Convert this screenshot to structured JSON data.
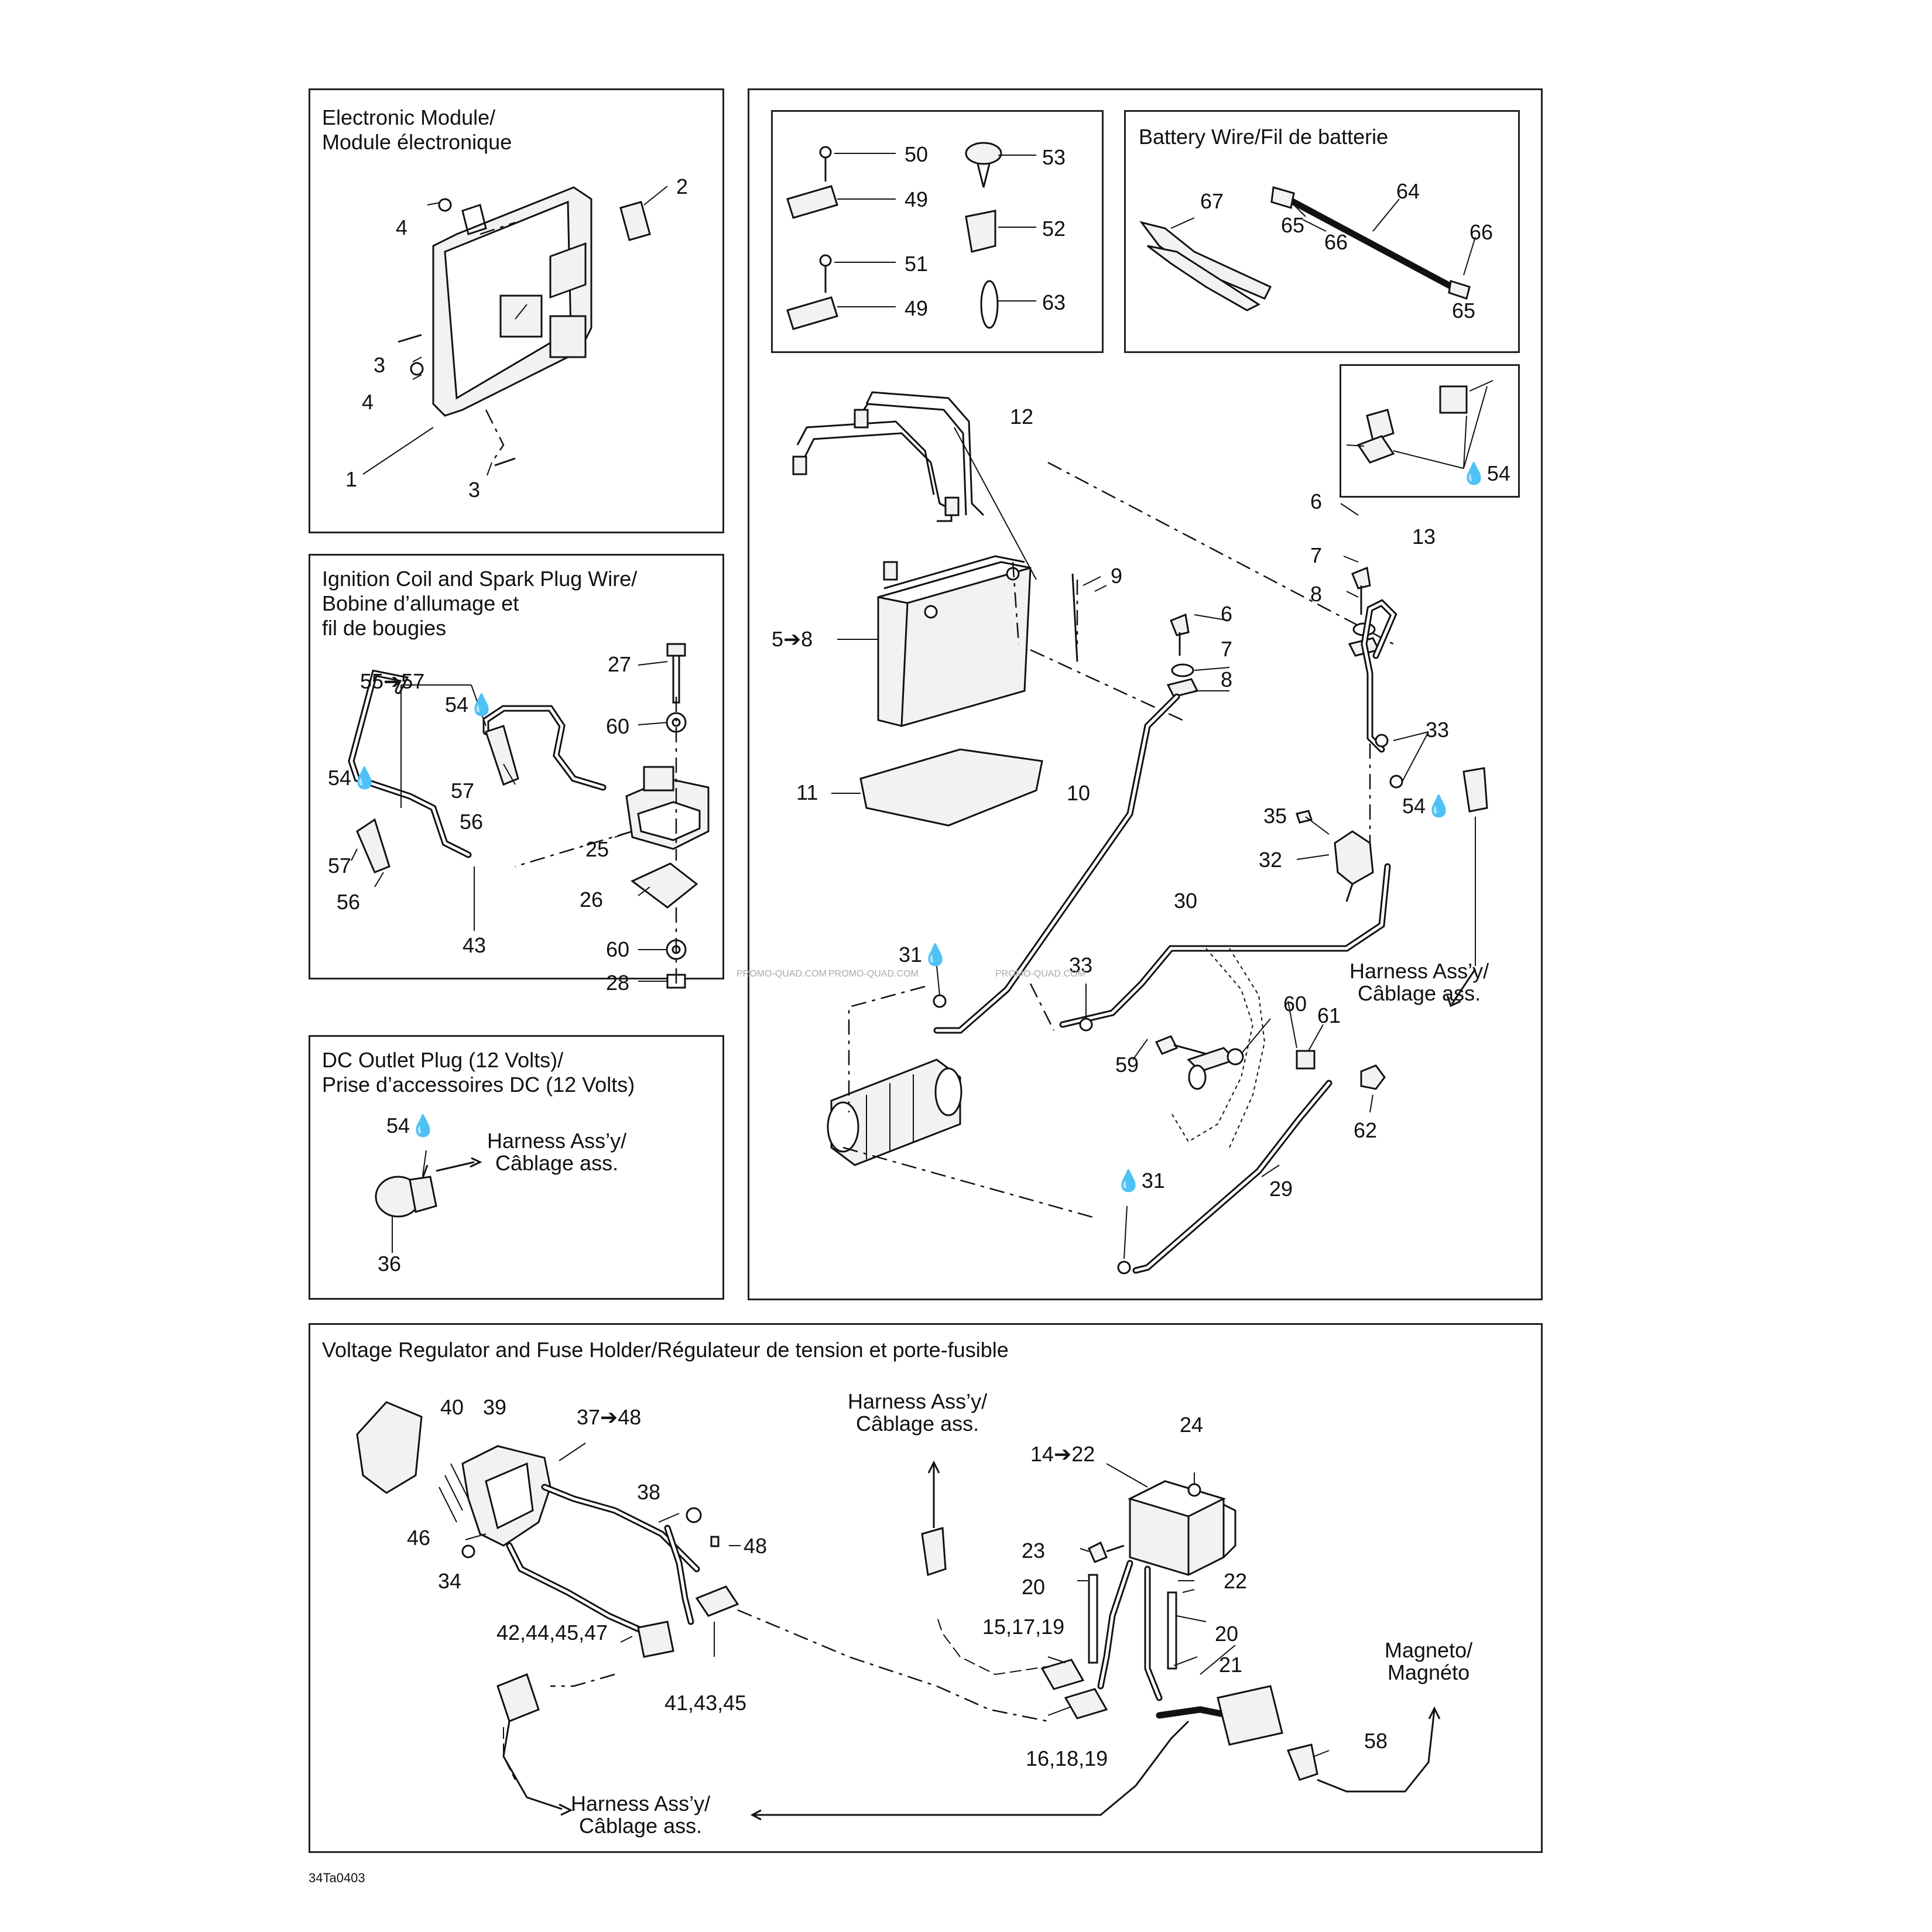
{
  "panels": {
    "electronic_module": {
      "title": "Electronic Module/\nModule électronique"
    },
    "ignition": {
      "title": "Ignition Coil and Spark Plug Wire/\nBobine d’allumage et\nfil de bougies"
    },
    "dc_outlet": {
      "title": "DC Outlet Plug (12 Volts)/\nPrise d’accessoires DC (12 Volts)"
    },
    "battery_wire": {
      "title": "Battery Wire/Fil de batterie"
    },
    "voltage_regulator": {
      "title": "Voltage Regulator and Fuse Holder/Régulateur de tension et porte-fusible"
    }
  },
  "labels": {
    "em_1": "1",
    "em_2": "2",
    "em_3a": "3",
    "em_3b": "3",
    "em_4a": "4",
    "em_4b": "4",
    "ig_27": "27",
    "ig_55_57": "55➔57",
    "ig_54a": "54💧",
    "ig_54b": "54💧",
    "ig_60a": "60",
    "ig_57a": "57",
    "ig_56a": "56",
    "ig_57b": "57",
    "ig_56b": "56",
    "ig_25": "25",
    "ig_26": "26",
    "ig_60b": "60",
    "ig_28": "28",
    "ig_43": "43",
    "dc_54": "54💧",
    "dc_36": "36",
    "dc_harness": "Harness Ass’y/\nCâblage ass.",
    "hw_50": "50",
    "hw_49a": "49",
    "hw_51": "51",
    "hw_49b": "49",
    "hw_53": "53",
    "hw_52": "52",
    "hw_63": "63",
    "bw_67": "67",
    "bw_64": "64",
    "bw_65a": "65",
    "bw_66a": "66",
    "bw_66b": "66",
    "bw_65b": "65",
    "conn_54": "💧54",
    "b_12": "12",
    "b_5_8": "5➔8",
    "b_9": "9",
    "b_11": "11",
    "b_6a": "6",
    "b_7a": "7",
    "b_8a": "8",
    "b_6b": "6",
    "b_7b": "7",
    "b_8b": "8",
    "b_13": "13",
    "b_10": "10",
    "b_33a": "33",
    "b_35": "35",
    "b_54": "54💧",
    "b_32": "32",
    "b_30": "30",
    "b_31a": "31💧",
    "b_33b": "33",
    "b_harness": "Harness Ass’y/\nCâblage ass.",
    "b_60": "60",
    "b_61": "61",
    "b_59": "59",
    "b_62": "62",
    "b_31b": "💧31",
    "b_29": "29",
    "vr_40": "40",
    "vr_39": "39",
    "vr_37_48": "37➔48",
    "vr_38": "38",
    "vr_48": "48",
    "vr_46": "46",
    "vr_34": "34",
    "vr_42": "42,44,45,47",
    "vr_41": "41,43,45",
    "vr_harness_top": "Harness Ass’y/\nCâblage ass.",
    "vr_14_22": "14➔22",
    "vr_24": "24",
    "vr_23": "23",
    "vr_20a": "20",
    "vr_22": "22",
    "vr_20b": "20",
    "vr_15": "15,17,19",
    "vr_21": "21",
    "vr_16": "16,18,19",
    "vr_magneto": "Magneto/\nMagnéto",
    "vr_58": "58",
    "vr_harness_bottom": "Harness Ass’y/\nCâblage ass."
  },
  "watermark": "PROMO-QUAD.COM",
  "figure_code": "34Ta0403"
}
